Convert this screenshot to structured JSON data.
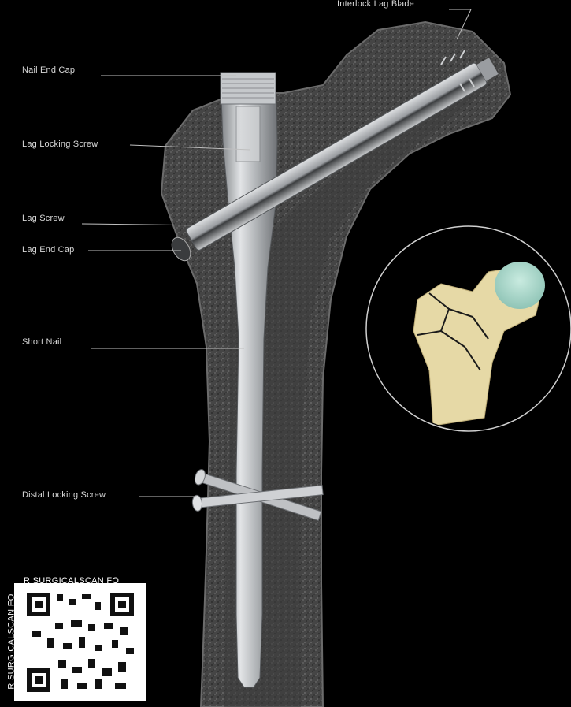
{
  "labels": {
    "interlock_lag_blade": "Interlock Lag Blade",
    "nail_end_cap": "Nail End Cap",
    "lag_locking_screw": "Lag Locking Screw",
    "lag_screw": "Lag Screw",
    "lag_end_cap": "Lag End Cap",
    "short_nail": "Short Nail",
    "distal_locking_screw": "Distal Locking Screw"
  },
  "qr": {
    "text_top": "R SURGICALSCAN FO",
    "text_right": "R SURGICALSCAN FO",
    "text_bottom": "R SURGICALSCAN FO",
    "text_left": "R SURGICALSCAN FO"
  },
  "colors": {
    "background": "#000000",
    "bone_cortex": "#4a4a4a",
    "implant_metal": "#b9bcbf",
    "fracture_bone": "#e6d9a6",
    "femoral_head_cartilage": "#a9d5c8"
  }
}
